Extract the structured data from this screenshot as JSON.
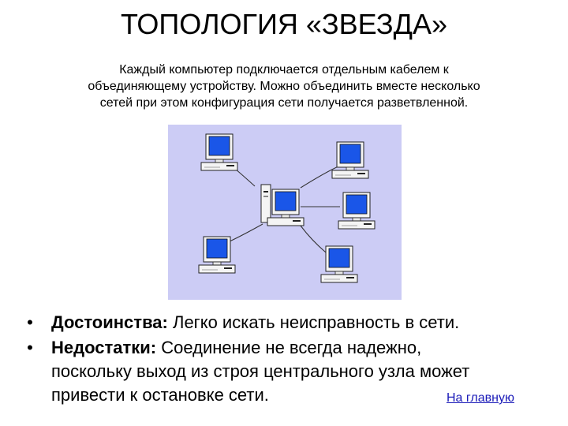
{
  "slide": {
    "title": "ТОПОЛОГИЯ «ЗВЕЗДА»",
    "intro_lines": [
      "Каждый компьютер подключается отдельным кабелем к",
      "объединяющему устройству. Можно объединить вместе несколько",
      "сетей при этом конфигурация сети получается разветвленной."
    ]
  },
  "diagram": {
    "background_color": "#ccccf5",
    "screen_color": "#1a56e8",
    "cable_color": "#333333",
    "nodes": [
      "hub-computer",
      "computer",
      "computer",
      "computer",
      "computer",
      "computer"
    ]
  },
  "bullets": [
    {
      "bullet": "•",
      "label": "Достоинства:",
      "lines": [
        "Легко искать неисправность в сети."
      ]
    },
    {
      "bullet": "•",
      "label": "Недостатки:",
      "lines": [
        "Соединение не всегда надежно,",
        "поскольку выход из строя центрального узла может",
        "привести к остановке сети."
      ]
    }
  ],
  "links": {
    "home_label": "На главную",
    "link_color": "#1a1ab8"
  }
}
